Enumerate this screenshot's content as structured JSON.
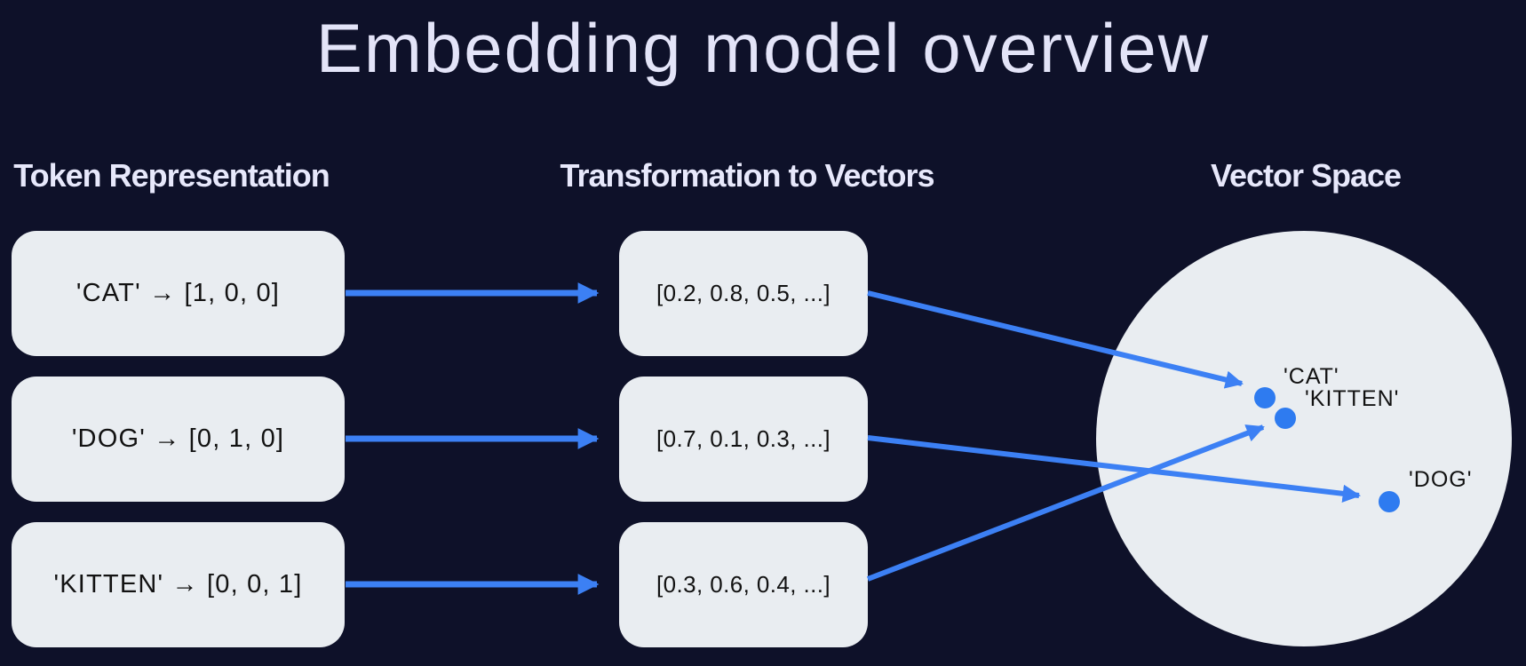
{
  "title": "Embedding model overview",
  "columns": {
    "token_representation": {
      "header": "Token Representation",
      "boxes": [
        "'CAT' → [1, 0, 0]",
        "'DOG' → [0, 1, 0]",
        "'KITTEN' → [0, 0, 1]"
      ]
    },
    "transformation": {
      "header": "Transformation to Vectors",
      "boxes": [
        "[0.2, 0.8, 0.5, ...]",
        "[0.7, 0.1, 0.3, ...]",
        "[0.3, 0.6, 0.4, ...]"
      ]
    },
    "vector_space": {
      "header": "Vector Space",
      "points": [
        {
          "label": "'CAT'"
        },
        {
          "label": "'KITTEN'"
        },
        {
          "label": "'DOG'"
        }
      ]
    }
  },
  "colors": {
    "background": "#0e1129",
    "box_fill": "#e9edf1",
    "arrow_blue": "#3c80f4",
    "dot_blue": "#2e7bf0",
    "title_text": "#e3e4f8",
    "header_text": "#e7e8fb",
    "box_text": "#121212"
  }
}
